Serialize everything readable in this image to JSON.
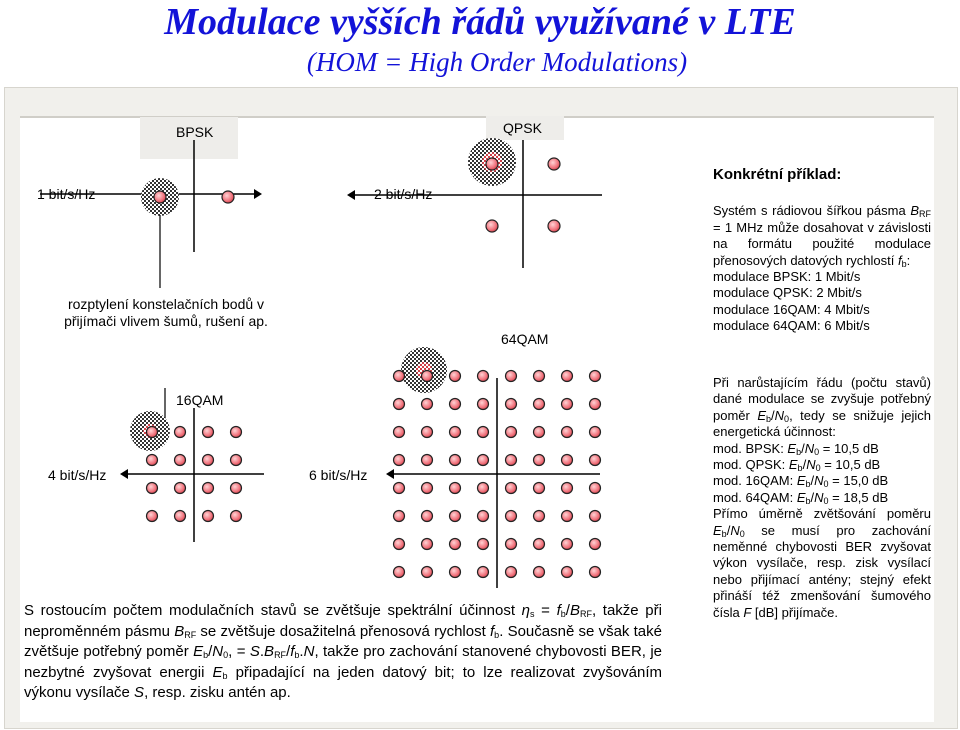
{
  "title": "Modulace vyšších řádů využívané v LTE",
  "subtitle": "(HOM = High Order Modulations)",
  "diagrams": {
    "bpsk_label": "BPSK",
    "bpsk_rate": "1 bit/s/Hz",
    "qpsk_label": "QPSK",
    "qpsk_rate": "2 bit/s/Hz",
    "qam16_label": "16QAM",
    "qam16_rate": "4 bit/s/Hz",
    "qam64_label": "64QAM",
    "qam64_rate": "6 bit/s/Hz",
    "noise_note_line1": "rozptylení konstelačních bodů v",
    "noise_note_line2": "přijímači vlivem šumů, rušení ap."
  },
  "example": {
    "heading": "Konkrétní příklad:",
    "t1": "Systém s rádiovou šířkou pásma ",
    "brf_b": "B",
    "brf_s": "RF",
    "t2": " = 1 MHz může dosahovat v závislosti na formátu použité modulace přenosových datových rychlostí ",
    "fb_f": "f",
    "fb_s": "b",
    "t3": ":",
    "rates": [
      "modulace BPSK:   1 Mbit/s",
      "modulace QPSK:   2 Mbit/s",
      "modulace 16QAM: 4 Mbit/s",
      "modulace 64QAM: 6 Mbit/s"
    ]
  },
  "energy": {
    "intro1": "Při narůstajícím řádu (počtu stavů) dané modulace se zvyšuje potřebný poměr ",
    "e": "E",
    "b": "b",
    "slash": "/",
    "n": "N",
    "zero": "0",
    "intro2": ", tedy se snižuje jejich energetická účinnost:",
    "rows": [
      {
        "mod": "mod. BPSK: ",
        "val": " = 10,5 dB"
      },
      {
        "mod": "mod. QPSK: ",
        "val": " = 10,5 dB"
      },
      {
        "mod": "mod. 16QAM: ",
        "val": " = 15,0 dB"
      },
      {
        "mod": "mod. 64QAM: ",
        "val": " = 18,5 dB"
      }
    ],
    "concl1": "Přímo úměrně zvětšování poměru ",
    "concl2": " se musí pro zachování neměnné chybovosti BER zvyšovat výkon vysílače, resp. zisk vysílací nebo přijímací antény; stejný efekt přináší též zmenšování šumového čísla ",
    "concl_f": "F",
    "concl3": " [dB] přijímače."
  },
  "bottom": {
    "p1": "S rostoucím počtem modulačních stavů se zvětšuje spektrální účinnost ",
    "eta": "η",
    "eta_s": "s",
    "p2": " = ",
    "f": "f",
    "b": "b",
    "slash": "/",
    "B": "B",
    "RF": "RF",
    "p3": ", takže při neproměnném pásmu ",
    "p4": " se zvětšuje dosažitelná přenosová rychlost ",
    "p5": ". Současně se však také zvětšuje potřebný poměr ",
    "E": "E",
    "N": "N",
    "zero": "0",
    "p6": ", = ",
    "S": "S",
    "dot": ".",
    "p7": ".",
    "Nn": "N",
    "p8": ", takže pro zachování stanovené chybovosti BER, je nezbytné zvyšovat energii ",
    "p9": " připadající na jeden datový bit; to lze realizovat zvyšováním výkonu vysílače ",
    "p10": ", resp. zisku antén ap."
  }
}
